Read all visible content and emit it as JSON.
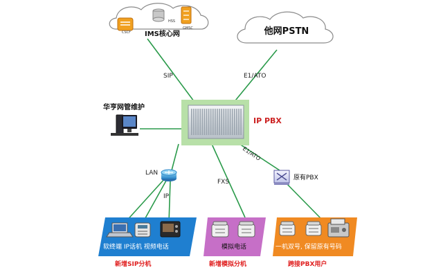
{
  "clouds": {
    "ims": {
      "label": "IMS核心网",
      "icons": [
        {
          "name": "CSCF",
          "color": "#f0a020"
        },
        {
          "name": "HSS",
          "color": "#c8c8c8"
        },
        {
          "name": "GMSC",
          "color": "#f0a020"
        }
      ]
    },
    "pstn": {
      "label": "他网PSTN"
    }
  },
  "center": {
    "label": "IP PBX",
    "label_color": "#cc2222",
    "highlight": "#b8e0a8"
  },
  "links": {
    "sip": "SIP",
    "e1_top": "E1/ATO",
    "e1_bottom": "E1/ATO",
    "lan": "LAN",
    "ip": "IP",
    "fxs": "FXS"
  },
  "management": {
    "label": "华亨网管维护"
  },
  "legacy_pbx": {
    "label": "原有PBX"
  },
  "panels": [
    {
      "id": "sip",
      "color": "#1f7fd0",
      "content_label": "软终端 IP话机 视频电话",
      "title": "新增SIP分机",
      "devices": [
        "laptop",
        "ip-phone",
        "video-phone"
      ]
    },
    {
      "id": "analog",
      "color": "#c66fc7",
      "content_label": "模拟电话",
      "title": "新增模拟分机",
      "devices": [
        "analog-phone",
        "analog-phone"
      ]
    },
    {
      "id": "pbx",
      "color": "#f08a22",
      "content_label": "一机双号, 保留原有号码",
      "title": "跨接PBX用户",
      "devices": [
        "phone",
        "phone",
        "fax"
      ]
    }
  ],
  "colors": {
    "line": "#2a9a4a",
    "title": "#e02020"
  }
}
